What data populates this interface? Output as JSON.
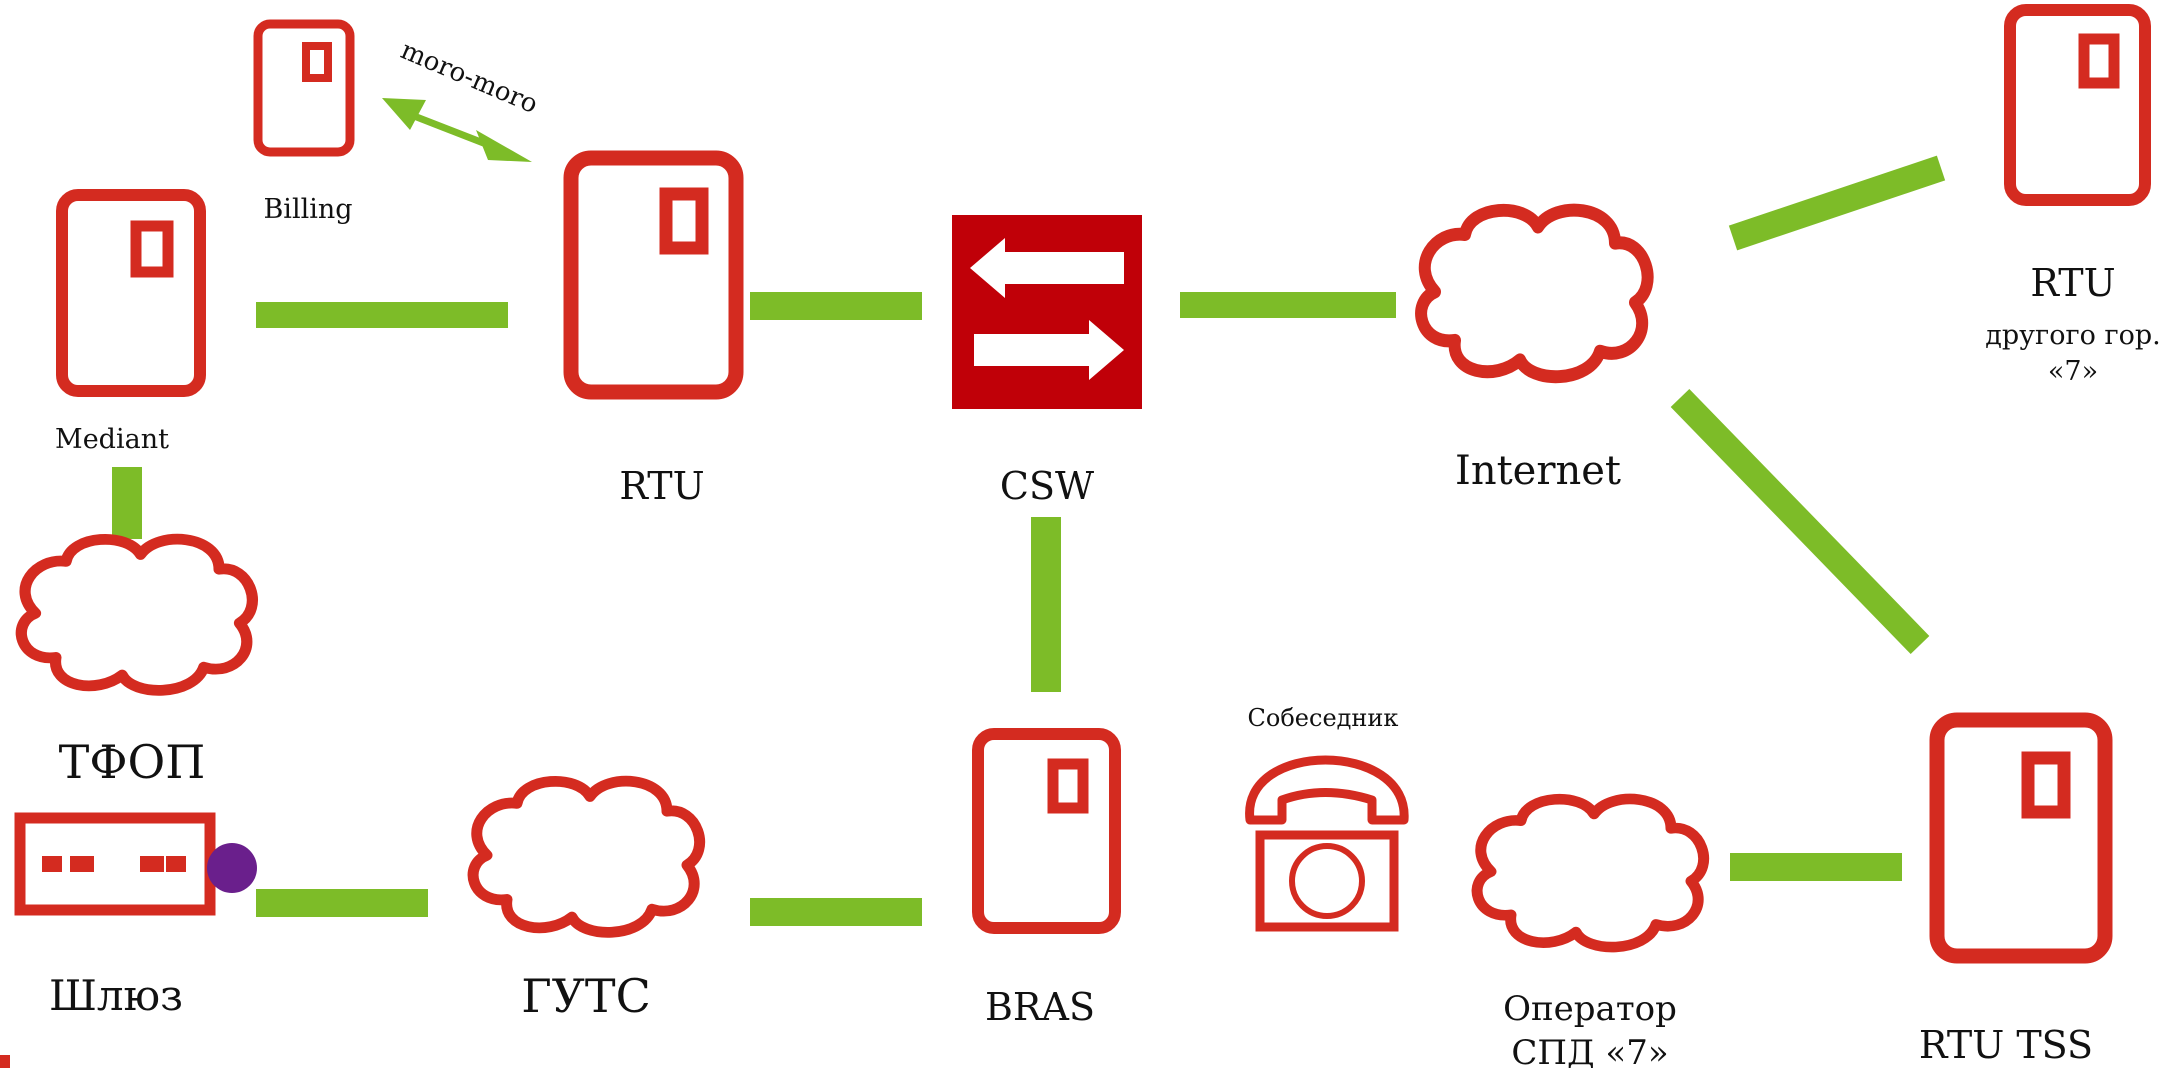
{
  "colors": {
    "device": "#d42b20",
    "switch_fill": "#c00008",
    "link": "#7dbc28",
    "port": "#6a1f8c",
    "text": "#111111"
  },
  "labels": {
    "billing": "Billing",
    "moro": "moro-moro",
    "mediant": "Mediant",
    "rtu": "RTU",
    "csw": "CSW",
    "internet": "Internet",
    "rtu_remote": "RTU",
    "rtu_remote_city": "другого гор.",
    "rtu_remote_op": "«7»",
    "tfop": "ТФОП",
    "gateway": "Шлюз",
    "guts": "ГУТС",
    "bras": "BRAS",
    "peer": "Собеседник",
    "operator_line1": "Оператор",
    "operator_line2": "СПД «7»",
    "rtu_tss": "RTU TSS"
  },
  "icons": {
    "server": "server-icon",
    "cloud": "cloud-icon",
    "switch": "switch-icon",
    "gateway": "gateway-icon",
    "phone": "phone-icon"
  }
}
